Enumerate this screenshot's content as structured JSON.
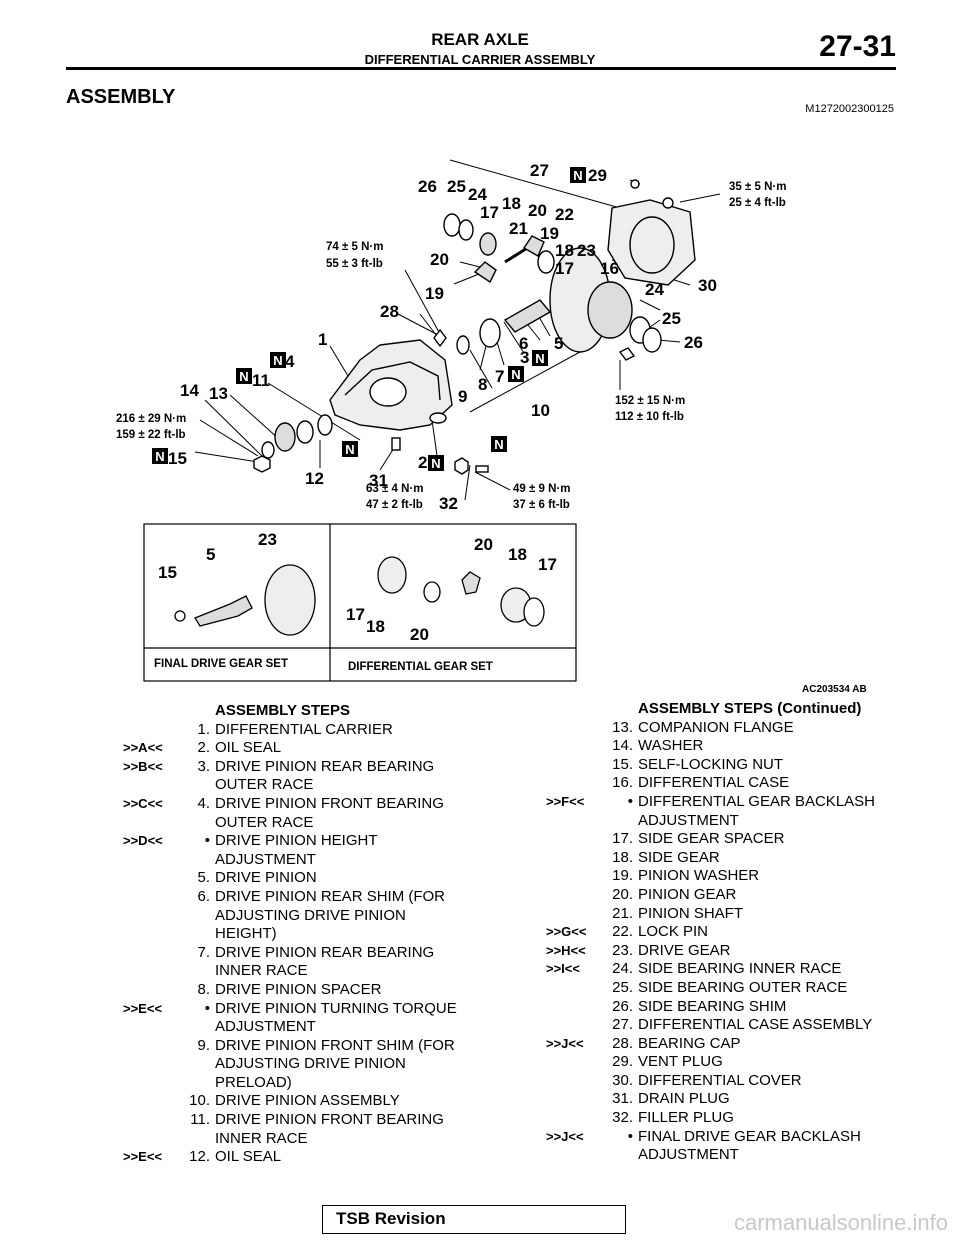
{
  "header": {
    "title": "REAR AXLE",
    "subtitle": "DIFFERENTIAL CARRIER ASSEMBLY",
    "page": "27-31"
  },
  "section": {
    "title": "ASSEMBLY",
    "code": "M1272002300125"
  },
  "figure": {
    "code": "AC203534 AB",
    "box_left_label": "FINAL DRIVE GEAR SET",
    "box_right_label": "DIFFERENTIAL GEAR SET",
    "torques": {
      "t74": [
        "74 ± 5 N·m",
        "55 ± 3 ft-lb"
      ],
      "t35": [
        "35 ± 5 N·m",
        "25 ± 4 ft-lb"
      ],
      "t216": [
        "216 ± 29 N·m",
        "159 ± 22 ft-lb"
      ],
      "t152": [
        "152 ± 15 N·m",
        "112 ± 10 ft-lb"
      ],
      "t63": [
        "63 ± 4 N·m",
        "47 ± 2 ft-lb"
      ],
      "t49": [
        "49 ± 9 N·m",
        "37 ± 6 ft-lb"
      ]
    },
    "new_part_mark": "N"
  },
  "steps_left": {
    "heading": "ASSEMBLY STEPS",
    "items": [
      {
        "mark": "",
        "num": "1.",
        "text": "DIFFERENTIAL CARRIER"
      },
      {
        "mark": ">>A<<",
        "num": "2.",
        "text": "OIL SEAL"
      },
      {
        "mark": ">>B<<",
        "num": "3.",
        "text": "DRIVE PINION REAR BEARING"
      },
      {
        "mark": "",
        "num": "",
        "text": "OUTER RACE"
      },
      {
        "mark": ">>C<<",
        "num": "4.",
        "text": "DRIVE PINION FRONT BEARING"
      },
      {
        "mark": "",
        "num": "",
        "text": "OUTER RACE"
      },
      {
        "mark": ">>D<<",
        "num": "•",
        "text": "DRIVE PINION HEIGHT"
      },
      {
        "mark": "",
        "num": "",
        "text": "ADJUSTMENT"
      },
      {
        "mark": "",
        "num": "5.",
        "text": "DRIVE PINION"
      },
      {
        "mark": "",
        "num": "6.",
        "text": "DRIVE PINION REAR SHIM (FOR"
      },
      {
        "mark": "",
        "num": "",
        "text": "ADJUSTING DRIVE PINION"
      },
      {
        "mark": "",
        "num": "",
        "text": "HEIGHT)"
      },
      {
        "mark": "",
        "num": "7.",
        "text": "DRIVE PINION REAR BEARING"
      },
      {
        "mark": "",
        "num": "",
        "text": "INNER RACE"
      },
      {
        "mark": "",
        "num": "8.",
        "text": "DRIVE PINION SPACER"
      },
      {
        "mark": ">>E<<",
        "num": "•",
        "text": "DRIVE PINION TURNING TORQUE"
      },
      {
        "mark": "",
        "num": "",
        "text": "ADJUSTMENT"
      },
      {
        "mark": "",
        "num": "9.",
        "text": "DRIVE PINION FRONT SHIM (FOR"
      },
      {
        "mark": "",
        "num": "",
        "text": "ADJUSTING DRIVE PINION"
      },
      {
        "mark": "",
        "num": "",
        "text": "PRELOAD)"
      },
      {
        "mark": "",
        "num": "10.",
        "text": "DRIVE PINION ASSEMBLY"
      },
      {
        "mark": "",
        "num": "11.",
        "text": "DRIVE PINION FRONT BEARING"
      },
      {
        "mark": "",
        "num": "",
        "text": "INNER RACE"
      },
      {
        "mark": ">>E<<",
        "num": "12.",
        "text": "OIL SEAL"
      }
    ]
  },
  "steps_right": {
    "heading": "ASSEMBLY STEPS (Continued)",
    "items": [
      {
        "mark": "",
        "num": "13.",
        "text": "COMPANION FLANGE"
      },
      {
        "mark": "",
        "num": "14.",
        "text": "WASHER"
      },
      {
        "mark": "",
        "num": "15.",
        "text": "SELF-LOCKING NUT"
      },
      {
        "mark": "",
        "num": "16.",
        "text": "DIFFERENTIAL CASE"
      },
      {
        "mark": ">>F<<",
        "num": "•",
        "text": "DIFFERENTIAL GEAR BACKLASH"
      },
      {
        "mark": "",
        "num": "",
        "text": "ADJUSTMENT"
      },
      {
        "mark": "",
        "num": "17.",
        "text": "SIDE GEAR SPACER"
      },
      {
        "mark": "",
        "num": "18.",
        "text": "SIDE GEAR"
      },
      {
        "mark": "",
        "num": "19.",
        "text": "PINION WASHER"
      },
      {
        "mark": "",
        "num": "20.",
        "text": "PINION GEAR"
      },
      {
        "mark": "",
        "num": "21.",
        "text": "PINION SHAFT"
      },
      {
        "mark": ">>G<<",
        "num": "22.",
        "text": "LOCK PIN"
      },
      {
        "mark": ">>H<<",
        "num": "23.",
        "text": "DRIVE GEAR"
      },
      {
        "mark": ">>I<<",
        "num": "24.",
        "text": "SIDE BEARING INNER RACE"
      },
      {
        "mark": "",
        "num": "25.",
        "text": "SIDE BEARING OUTER RACE"
      },
      {
        "mark": "",
        "num": "26.",
        "text": "SIDE BEARING SHIM"
      },
      {
        "mark": "",
        "num": "27.",
        "text": "DIFFERENTIAL CASE ASSEMBLY"
      },
      {
        "mark": ">>J<<",
        "num": "28.",
        "text": "BEARING CAP"
      },
      {
        "mark": "",
        "num": "29.",
        "text": "VENT PLUG"
      },
      {
        "mark": "",
        "num": "30.",
        "text": "DIFFERENTIAL COVER"
      },
      {
        "mark": "",
        "num": "31.",
        "text": "DRAIN PLUG"
      },
      {
        "mark": "",
        "num": "32.",
        "text": "FILLER PLUG"
      },
      {
        "mark": ">>J<<",
        "num": "•",
        "text": "FINAL DRIVE GEAR BACKLASH"
      },
      {
        "mark": "",
        "num": "",
        "text": "ADJUSTMENT"
      }
    ]
  },
  "footer": {
    "label": "TSB Revision",
    "watermark": "carmanualsonline.info"
  }
}
